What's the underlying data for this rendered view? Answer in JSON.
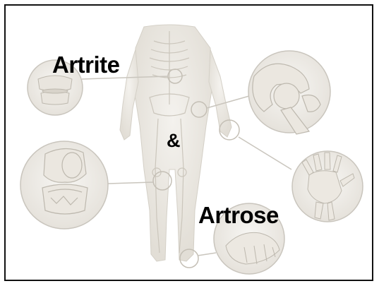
{
  "image": {
    "labels": {
      "arthritis": "Artrite",
      "ampersand": "&",
      "arthrosis": "Artrose"
    },
    "colors": {
      "frame": "#111111",
      "bone_fill": "#ece9e3",
      "bone_shadow": "#d6d2ca",
      "outline": "#bdb8ae",
      "callout_ring": "#c9c5bd",
      "text": "#000000"
    },
    "callouts": [
      "spine-detail",
      "hip-detail",
      "hand-detail",
      "knee-detail",
      "foot-detail"
    ]
  }
}
